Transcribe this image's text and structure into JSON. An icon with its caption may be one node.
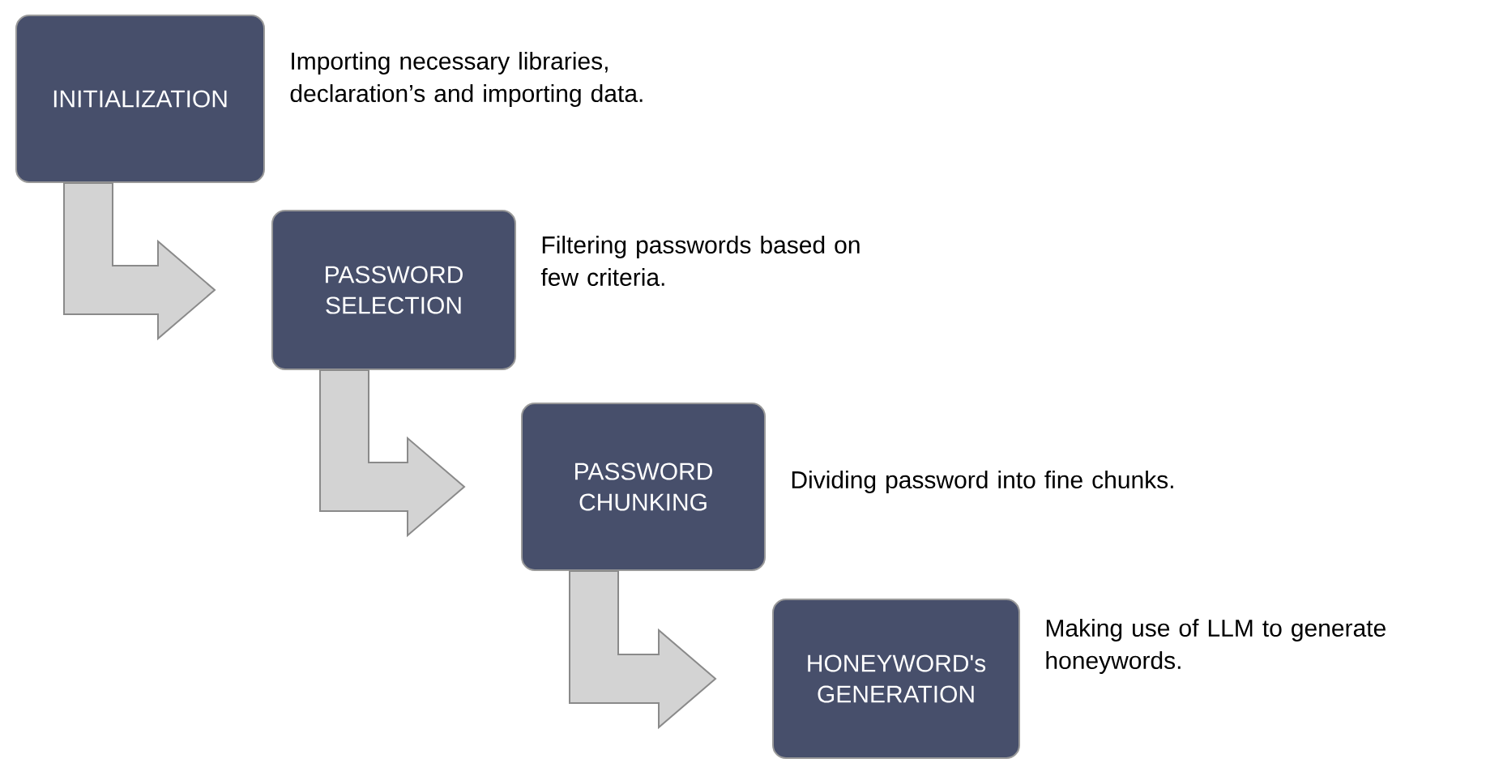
{
  "diagram": {
    "nodes": [
      {
        "text": [
          "INITIALIZATION"
        ],
        "beside": [
          "Importing necessary libraries, declaration’s and importing data."
        ]
      },
      {
        "text": [
          "PASSWORD SELECTION"
        ],
        "beside": [
          "Filtering passwords based on few criteria."
        ]
      },
      {
        "text": [
          "PASSWORD CHUNKING"
        ],
        "beside": [
          "Dividing password into fine chunks."
        ]
      },
      {
        "text": [
          "HONEYWORD's GENERATION"
        ],
        "beside": [
          "Making use of LLM to generate honeywords."
        ]
      }
    ],
    "edges": [
      {
        "from": 0,
        "to": 1,
        "arrow": "to"
      },
      {
        "from": 1,
        "to": 2,
        "arrow": "to"
      },
      {
        "from": 2,
        "to": 3,
        "arrow": "to"
      }
    ]
  }
}
